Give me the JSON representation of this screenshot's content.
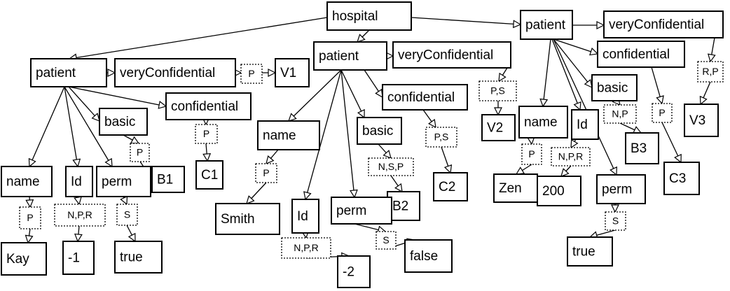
{
  "nodes": {
    "hospital": "hospital",
    "p1": "patient",
    "p1_vc": "veryConfidential",
    "p1_v": "V1",
    "p1_conf": "confidential",
    "p1_c": "C1",
    "p1_basic": "basic",
    "p1_b": "B1",
    "p1_name": "name",
    "p1_name_val": "Kay",
    "p1_id": "Id",
    "p1_id_val": "-1",
    "p1_perm": "perm",
    "p1_perm_val": "true",
    "p2": "patient",
    "p2_vc": "veryConfidential",
    "p2_v": "V2",
    "p2_conf": "confidential",
    "p2_c": "C2",
    "p2_basic": "basic",
    "p2_b": "B2",
    "p2_name": "name",
    "p2_name_val": "Smith",
    "p2_id": "Id",
    "p2_id_val": "-2",
    "p2_perm": "perm",
    "p2_perm_val": "false",
    "p3": "patient",
    "p3_vc": "veryConfidential",
    "p3_v": "V3",
    "p3_conf": "confidential",
    "p3_c": "C3",
    "p3_basic": "basic",
    "p3_b": "B3",
    "p3_name": "name",
    "p3_name_val": "Zen",
    "p3_id": "Id",
    "p3_id_val": "200",
    "p3_perm": "perm",
    "p3_perm_val": "true"
  },
  "edge_labels": {
    "p1_vc": "P",
    "p1_conf": "P",
    "p1_basic": "P",
    "p1_name": "P",
    "p1_id": "N,P,R",
    "p1_perm": "S",
    "p2_vc": "P,S",
    "p2_conf": "P,S",
    "p2_basic": "N,S,P",
    "p2_name": "P",
    "p2_id": "N,P,R",
    "p2_perm": "S",
    "p3_vc": "R,P",
    "p3_conf": "P",
    "p3_basic": "N,P",
    "p3_name": "P",
    "p3_id": "N,P,R",
    "p3_perm": "S"
  }
}
